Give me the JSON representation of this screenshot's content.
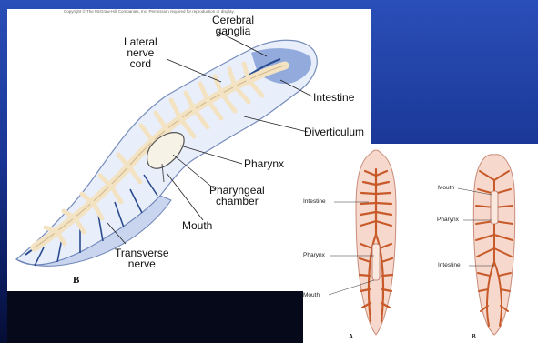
{
  "copyright": "Copyright © The McGraw-Hill Companies, Inc. Permission required for reproduction or display.",
  "figure_b": {
    "letter": "B",
    "labels": {
      "cerebral_ganglia_1": "Cerebral",
      "cerebral_ganglia_2": "ganglia",
      "lateral_nerve_cord_1": "Lateral",
      "lateral_nerve_cord_2": "nerve",
      "lateral_nerve_cord_3": "cord",
      "intestine": "Intestine",
      "diverticulum": "Diverticulum",
      "pharynx": "Pharynx",
      "pharyngeal_chamber_1": "Pharyngeal",
      "pharyngeal_chamber_2": "chamber",
      "mouth": "Mouth",
      "transverse_nerve_1": "Transverse",
      "transverse_nerve_2": "nerve"
    }
  },
  "figure_a": {
    "letter": "A",
    "labels": {
      "intestine": "Intestine",
      "pharynx": "Pharynx",
      "mouth": "Mouth"
    }
  },
  "figure_b2": {
    "letter": "B",
    "labels": {
      "mouth": "Mouth",
      "pharynx": "Pharynx",
      "intestine": "Intestine"
    }
  },
  "colors": {
    "slide_background": "#1a3fa3",
    "body_outline": "#6f86b8",
    "nerve_blue": "#2a4c8f",
    "intestine_cream": "#f3e3c2",
    "intestine_orange": "#c85a2a",
    "body_pink": "#f6d8cc"
  }
}
